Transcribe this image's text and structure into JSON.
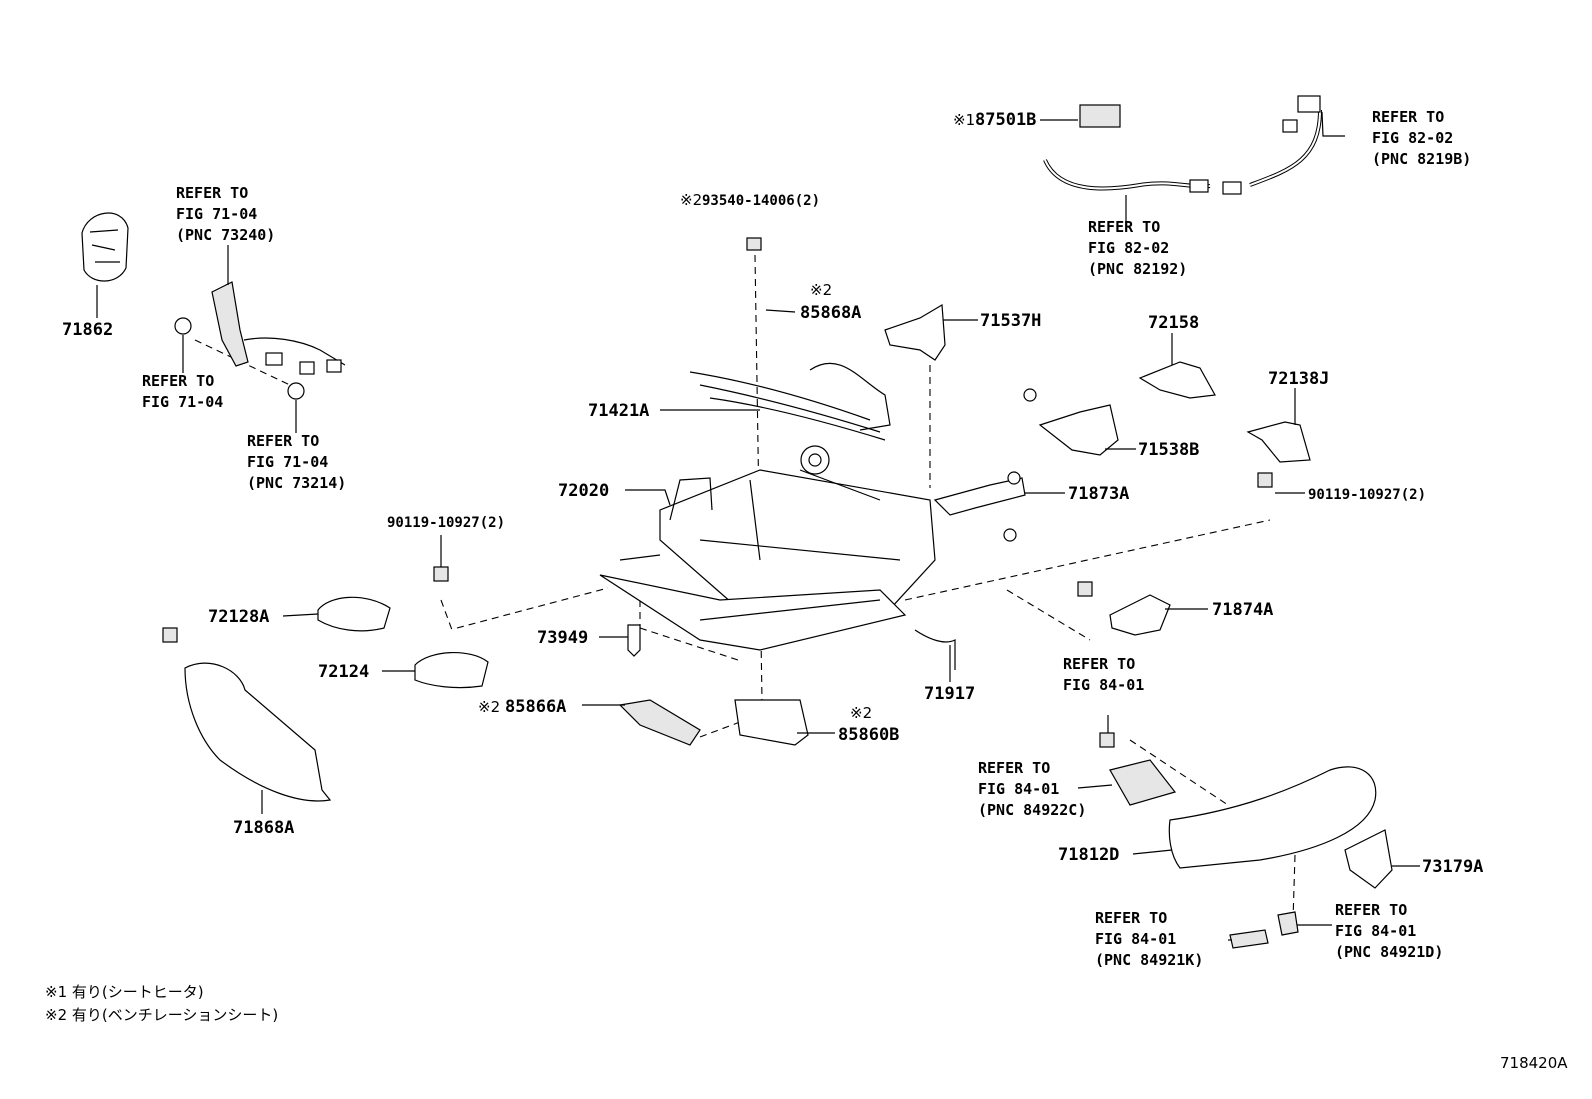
{
  "diagram": {
    "figure_id": "718420A",
    "parts": {
      "p71862": "71862",
      "p87501B": "87501B",
      "p87501B_mark": "※1",
      "p93540": "93540-14006(2)",
      "p93540_mark": "※2",
      "p85868A": "85868A",
      "p85868A_mark": "※2",
      "p71537H": "71537H",
      "p72158": "72158",
      "p72138J": "72138J",
      "p71421A": "71421A",
      "p71538B": "71538B",
      "p72020": "72020",
      "p71873A": "71873A",
      "p90119_right": "90119-10927(2)",
      "p90119_left": "90119-10927(2)",
      "p72128A": "72128A",
      "p71874A": "71874A",
      "p73949": "73949",
      "p72124": "72124",
      "p71917": "71917",
      "p85866A": "85866A",
      "p85866A_mark": "※2",
      "p85860B": "85860B",
      "p85860B_mark": "※2",
      "p71868A": "71868A",
      "p71812D": "71812D",
      "p73179A": "73179A"
    },
    "refs": {
      "r73240": [
        "REFER TO",
        "FIG 71-04",
        "(PNC 73240)"
      ],
      "r7104": [
        "REFER TO",
        "FIG 71-04"
      ],
      "r73214": [
        "REFER TO",
        "FIG 71-04",
        "(PNC 73214)"
      ],
      "r8219B": [
        "REFER TO",
        "FIG 82-02",
        "(PNC 8219B)"
      ],
      "r82192": [
        "REFER TO",
        "FIG 82-02",
        "(PNC 82192)"
      ],
      "r8401": [
        "REFER TO",
        "FIG 84-01"
      ],
      "r84922C": [
        "REFER TO",
        "FIG 84-01",
        "(PNC 84922C)"
      ],
      "r84921K": [
        "REFER TO",
        "FIG 84-01",
        "(PNC 84921K)"
      ],
      "r84921D": [
        "REFER TO",
        "FIG 84-01",
        "(PNC 84921D)"
      ]
    },
    "notes": [
      "※1 有り(シートヒータ)",
      "※2 有り(ベンチレーションシート)"
    ]
  }
}
